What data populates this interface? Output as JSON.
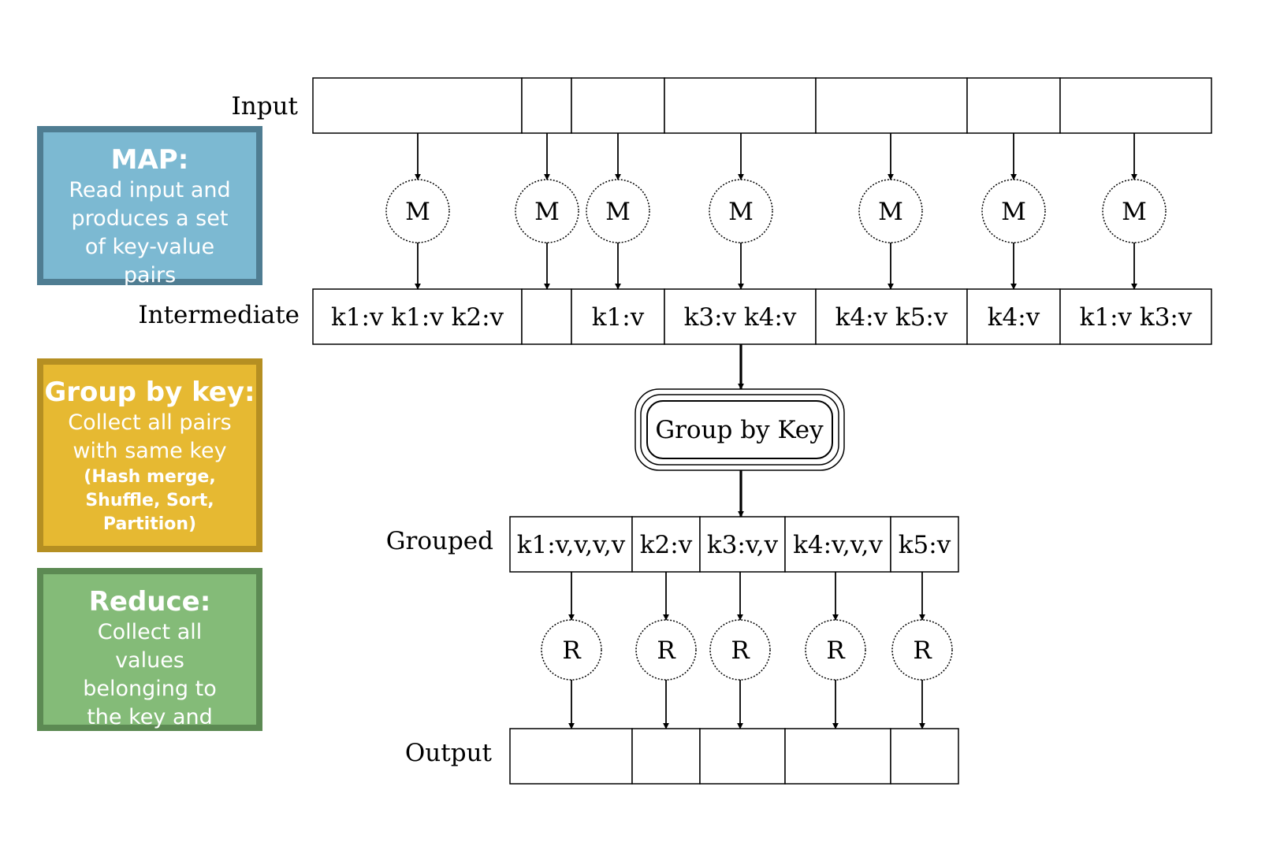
{
  "legend": {
    "map": {
      "title": "MAP:",
      "description": "Read input and produces a set of key-value pairs",
      "color": "#7cb9d2"
    },
    "group": {
      "title": "Group by key:",
      "description": "Collect all pairs with same key",
      "note": "(Hash merge, Shuffle, Sort, Partition)",
      "color": "#e6b932"
    },
    "reduce": {
      "title": "Reduce:",
      "description": "Collect all values belonging to the key and output",
      "color": "#84bb78"
    }
  },
  "rows": {
    "input": {
      "label": "Input",
      "cells": [
        "",
        "",
        "",
        "",
        "",
        "",
        ""
      ]
    },
    "intermediate": {
      "label": "Intermediate",
      "cells": [
        "k1:v k1:v k2:v",
        "",
        "k1:v",
        "k3:v k4:v",
        "k4:v k5:v",
        "k4:v",
        "k1:v k3:v"
      ]
    },
    "grouped": {
      "label": "Grouped",
      "cells": [
        "k1:v,v,v,v",
        "k2:v",
        "k3:v,v",
        "k4:v,v,v",
        "k5:v"
      ]
    },
    "output": {
      "label": "Output",
      "cells": [
        "",
        "",
        "",
        "",
        ""
      ]
    }
  },
  "mappers": [
    "M",
    "M",
    "M",
    "M",
    "M",
    "M",
    "M"
  ],
  "reducers": [
    "R",
    "R",
    "R",
    "R",
    "R"
  ],
  "group_box": {
    "label": "Group by Key"
  }
}
